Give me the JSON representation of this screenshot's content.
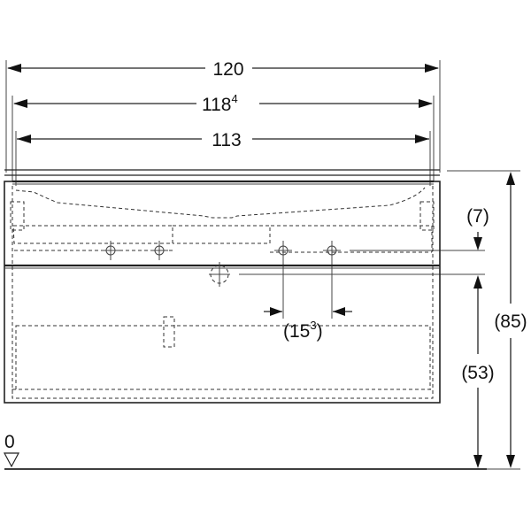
{
  "dimensions": {
    "overall_width": "120",
    "inner_width_main": "118",
    "inner_width_sup": "4",
    "basin_width": "113",
    "height_total": "(85)",
    "height_offset": "(7)",
    "height_drain": "(53)",
    "hole_spacing_open": "(15",
    "hole_spacing_sup": "3",
    "hole_spacing_close": ")",
    "floor_level": "0"
  }
}
